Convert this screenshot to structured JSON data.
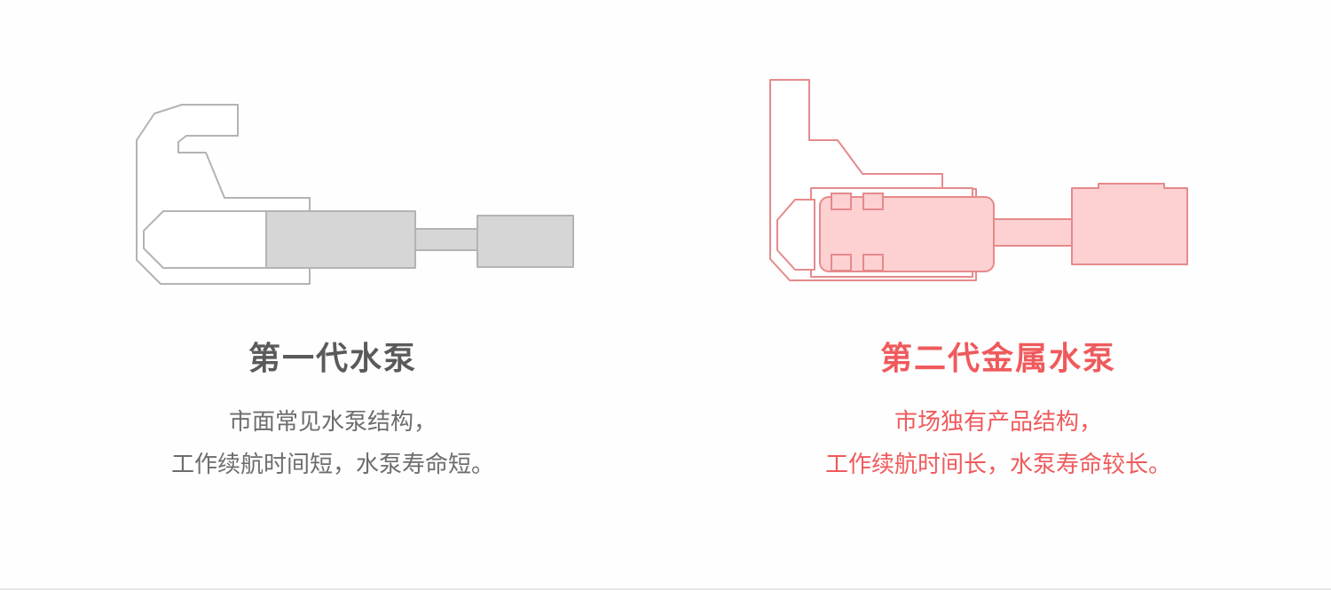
{
  "left": {
    "title": "第一代水泵",
    "desc_line1": "市面常见水泵结构，",
    "desc_line2": "工作续航时间短，水泵寿命短。",
    "title_color": "#5a5a5a",
    "desc_color": "#6d6d6d",
    "stroke_color": "#b3b3b3",
    "fill_color": "#d6d6d6"
  },
  "right": {
    "title": "第二代金属水泵",
    "desc_line1": "市场独有产品结构，",
    "desc_line2": "工作续航时间长，水泵寿命较长。",
    "title_color": "#ef5a5c",
    "desc_color": "#ef5a5c",
    "stroke_color": "#e58a8c",
    "fill_color": "#fdd0d1"
  }
}
